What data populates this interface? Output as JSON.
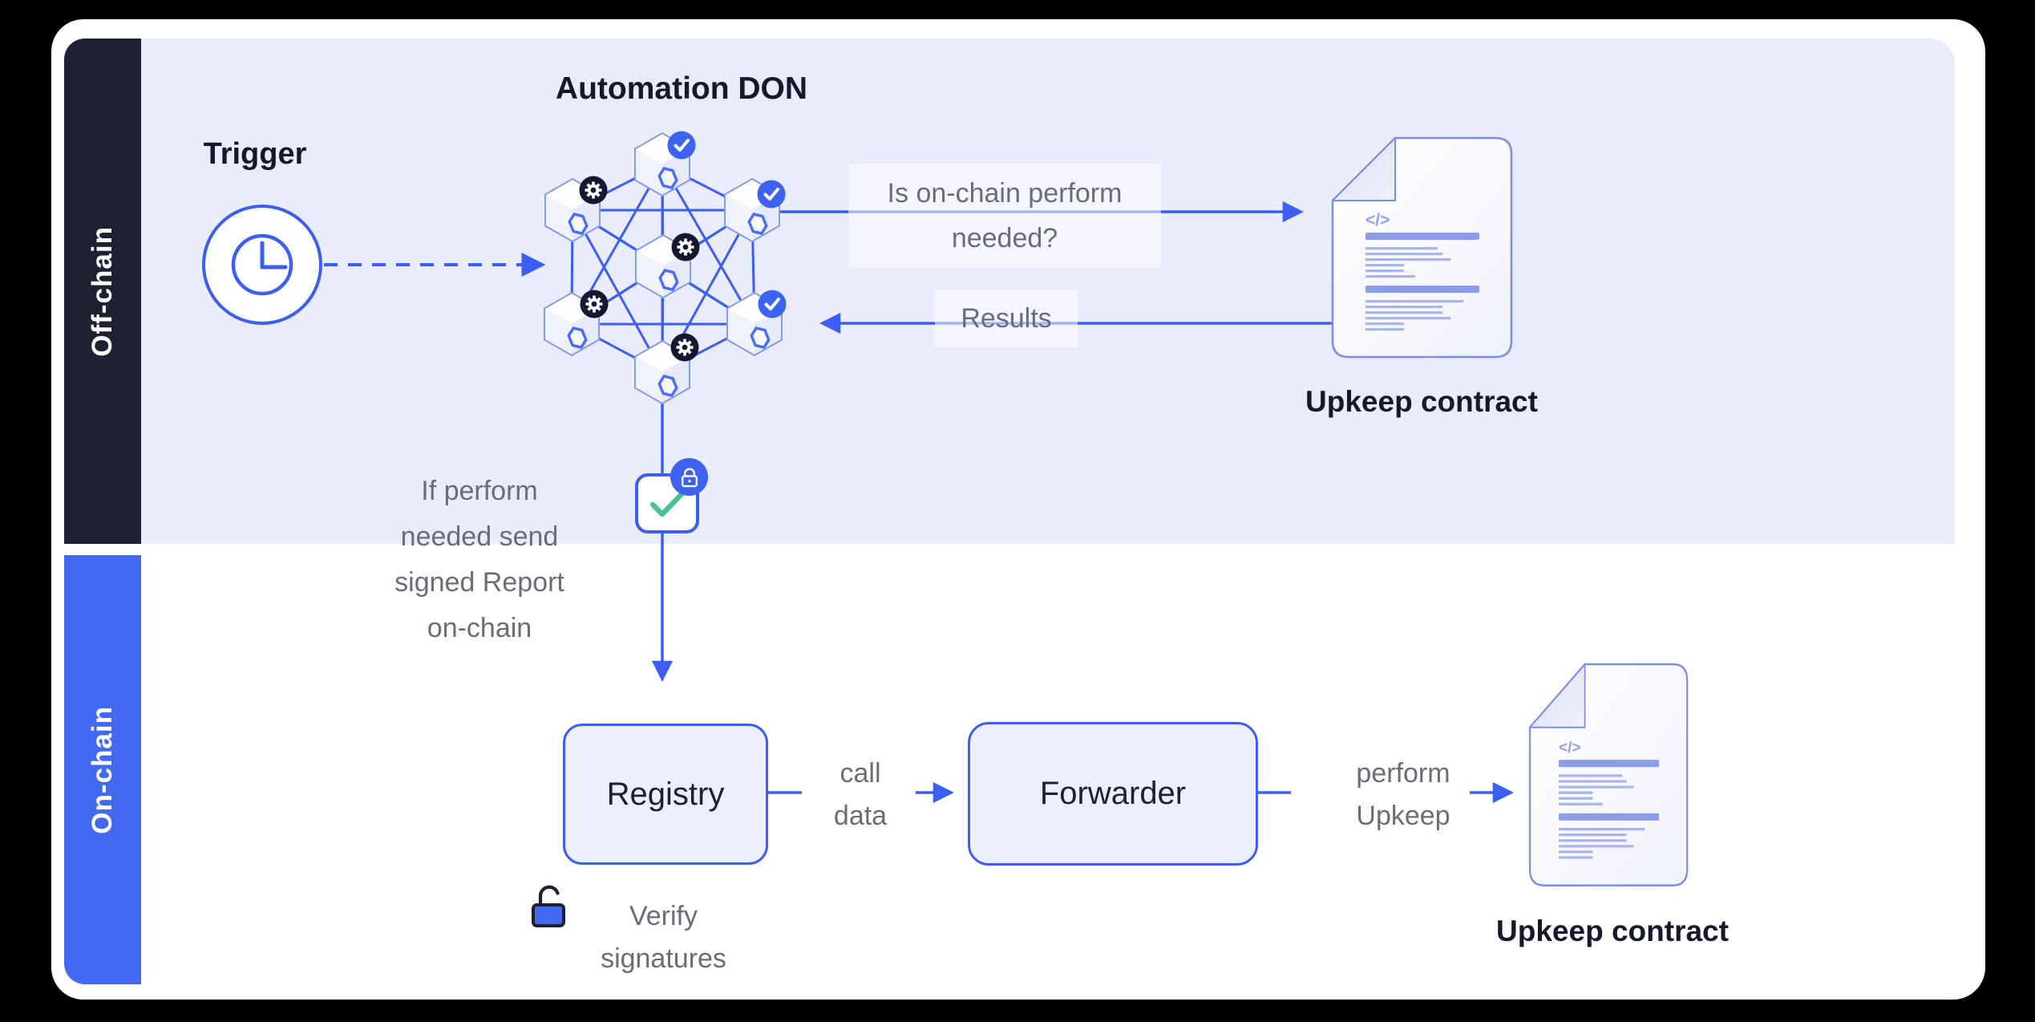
{
  "sidebar": {
    "off_chain_label": "Off-chain",
    "on_chain_label": "On-chain"
  },
  "don": {
    "title": "Automation DON",
    "node_count": 7,
    "badges": [
      "check-badge",
      "gear-badge"
    ]
  },
  "trigger": {
    "label": "Trigger",
    "icon": "clock-icon"
  },
  "annotations": {
    "question": [
      "Is on-chain perform",
      "needed?"
    ],
    "results": "Results",
    "if_perform": [
      "If perform",
      "needed send",
      "signed Report",
      "on-chain"
    ],
    "call_data": [
      "call",
      "data"
    ],
    "perform_upkeep": [
      "perform",
      "Upkeep"
    ],
    "verify_signatures": [
      "Verify",
      "signatures"
    ]
  },
  "boxes": {
    "registry_label": "Registry",
    "forwarder_label": "Forwarder"
  },
  "contracts": {
    "top_label": "Upkeep contract",
    "bottom_label": "Upkeep contract",
    "code_glyph": "</>"
  },
  "colors": {
    "accent_blue": "#3c5ef2",
    "sidebar_blue": "#4169f1",
    "dark_navy": "#1e2132",
    "lavender_panel": "#e9ecfa",
    "green_check": "#47c38f",
    "gray_text": "#6a6d75",
    "dark_text": "#16192e"
  }
}
